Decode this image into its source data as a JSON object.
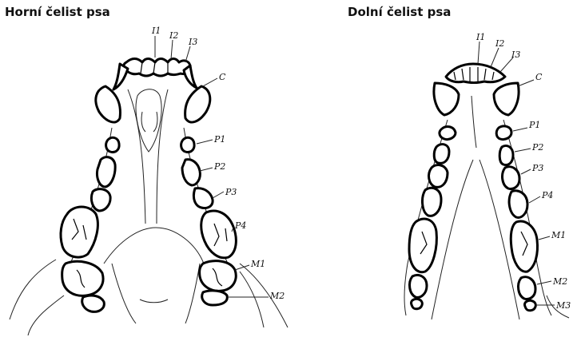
{
  "titles": {
    "upper": "Horní čelist psa",
    "lower": "Dolní čelist psa"
  },
  "upper_labels": [
    "I1",
    "I2",
    "I3",
    "C",
    "P1",
    "P2",
    "P3",
    "P4",
    "M1",
    "M2"
  ],
  "lower_labels": [
    "I1",
    "I2",
    "I3",
    "C",
    "P1",
    "P2",
    "P3",
    "P4",
    "M1",
    "M2",
    "M3"
  ]
}
